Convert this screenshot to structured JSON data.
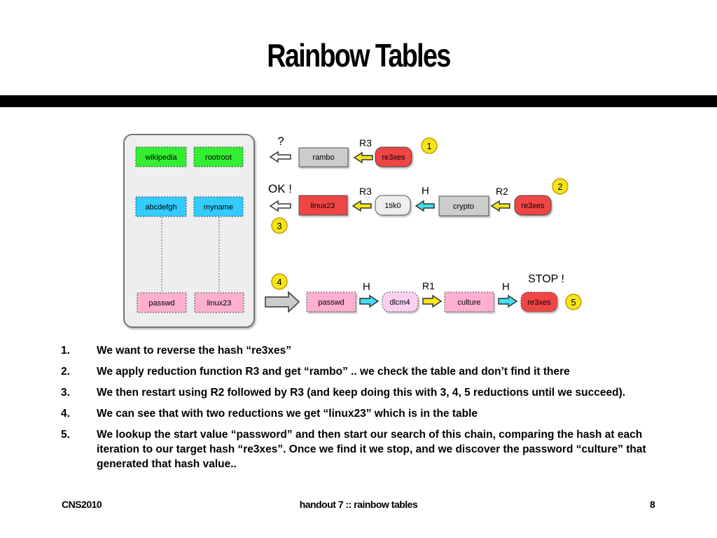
{
  "slide": {
    "title": "Rainbow Tables"
  },
  "diagram": {
    "table_entries": {
      "row1": [
        "wikipedia",
        "rootroot"
      ],
      "row2": [
        "abcdefgh",
        "myname"
      ],
      "row3": [
        "passwd",
        "linux23"
      ]
    },
    "chain1": {
      "result": "?",
      "plain": "rambo",
      "reduction": "R3",
      "hash": "re3xes",
      "step": "1"
    },
    "chain2": {
      "result": "OK !",
      "plain": "linux23",
      "r3": "R3",
      "hashval": "1tik0",
      "h": "H",
      "crypto": "crypto",
      "r2": "R2",
      "hash": "re3xes",
      "step_a": "2",
      "step_b": "3"
    },
    "chain3": {
      "step_a": "4",
      "start": "passwd",
      "h1": "H",
      "dlcm4": "dlcm4",
      "r1": "R1",
      "culture": "culture",
      "h2": "H",
      "hash": "re3xes",
      "stop": "STOP !",
      "step_b": "5"
    },
    "colors": {
      "green": "#33ee33",
      "blue": "#33ccff",
      "pink": "#ffb0d0",
      "red": "#f04444",
      "yellow": "#f5e51a",
      "cyan": "#44ddee",
      "gray": "#cccccc",
      "panel": "#eeeeee"
    }
  },
  "items": [
    {
      "num": "1.",
      "text": "We want to reverse the hash “re3xes”"
    },
    {
      "num": "2.",
      "text": "We apply reduction function R3 and get “rambo” .. we check the table and don’t find it there"
    },
    {
      "num": "3.",
      "text": "We then restart using R2 followed by R3 (and keep doing this with 3, 4, 5 reductions until we succeed)."
    },
    {
      "num": "4.",
      "text": "We can see that with two reductions we get “linux23” which is in the table"
    },
    {
      "num": "5.",
      "text": "We lookup the start value “password” and then start our search of this chain, comparing the hash at each iteration to our target hash “re3xes”. Once we find it we stop, and we discover the password “culture” that generated that hash value.."
    }
  ],
  "footer": {
    "left": "CNS2010",
    "center": "handout 7 :: rainbow tables",
    "right": "8"
  }
}
